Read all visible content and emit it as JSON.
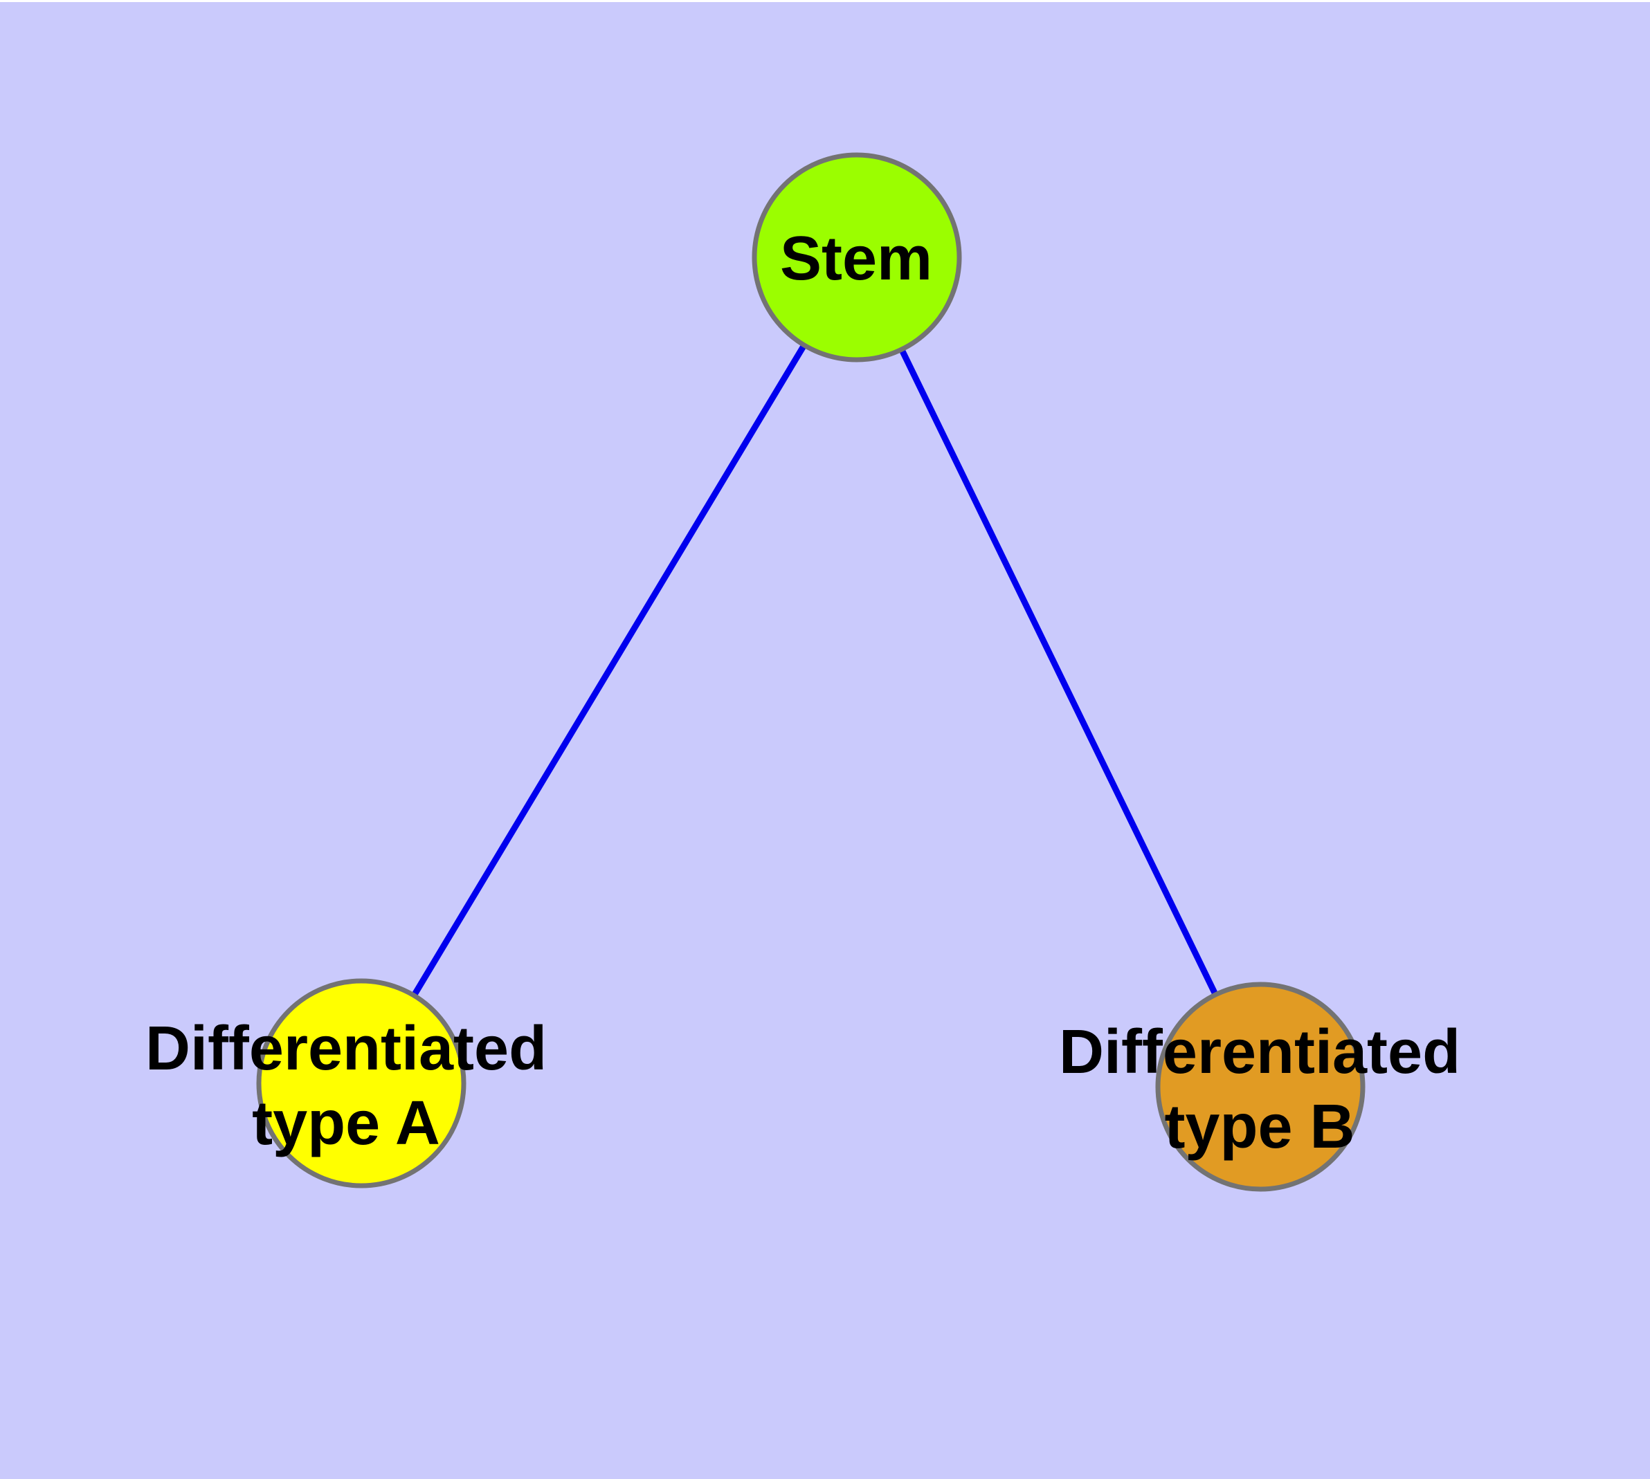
{
  "diagram": {
    "background_color": "#CACAFC",
    "top_strip_color": "#FFFFFF",
    "edge_color": "#0000EE",
    "node_border_color": "#737373",
    "label_color": "#000000",
    "nodes": {
      "stem": {
        "label": "Stem",
        "fill": "#9BFE00"
      },
      "type_a": {
        "label_line1": "Differentiated",
        "label_line2": "type A",
        "fill": "#FFFF00"
      },
      "type_b": {
        "label_line1": "Differentiated",
        "label_line2": "type B",
        "fill": "#E19B23"
      }
    },
    "edges": [
      {
        "from": "Stem",
        "to": "Differentiated type A"
      },
      {
        "from": "Stem",
        "to": "Differentiated type B"
      }
    ]
  }
}
